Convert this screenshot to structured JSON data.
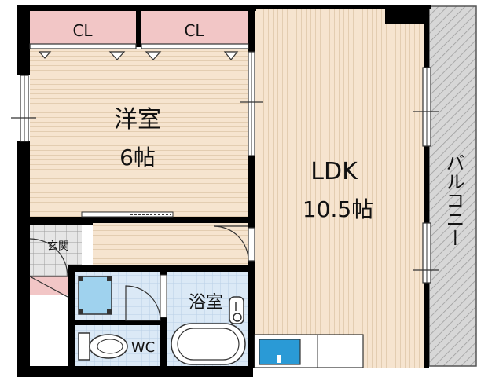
{
  "rooms": {
    "closet_left": "CL",
    "closet_right": "CL",
    "western_room": "洋室",
    "western_size": "6帖",
    "ldk": "LDK",
    "ldk_size": "10.5帖",
    "balcony": "バルコニー",
    "entrance": "玄関",
    "bathroom": "浴室",
    "toilet": "WC"
  },
  "colors": {
    "wall": "#000000",
    "room_fill": "#f6e4cf",
    "room_lines": "#d9c3a8",
    "closet": "#f2c6c6",
    "wet_area": "#dbe9f6",
    "balcony": "#cfcfcf",
    "sink": "#2a9ad6"
  }
}
